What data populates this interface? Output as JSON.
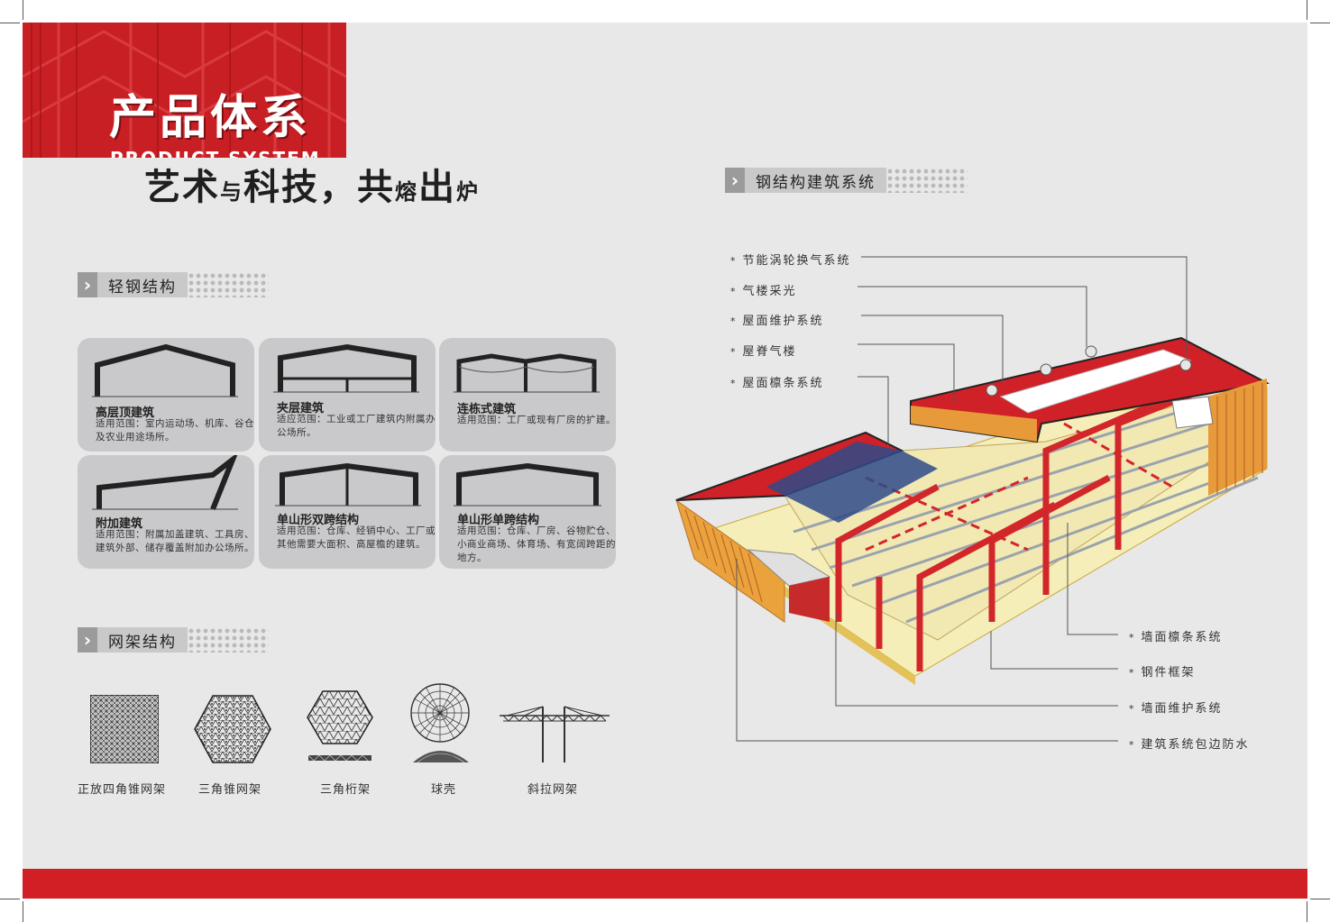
{
  "banner": {
    "title_cn": "产品体系",
    "title_en": "PRODUCT SYSTEM"
  },
  "slogan": {
    "part1": "艺术",
    "small1": "与",
    "part2": "科技，共",
    "small2": "熔",
    "part3": "出",
    "small3": "炉"
  },
  "sections": {
    "light_steel": "轻钢结构",
    "space_frame": "网架结构",
    "steel_building": "钢结构建筑系统"
  },
  "cards": [
    {
      "title": "高层顶建筑",
      "desc": "适用范围：室内运动场、机库、谷仓及农业用途场所。"
    },
    {
      "title": "夹层建筑",
      "desc": "适应范围：工业或工厂建筑内附属办公场所。"
    },
    {
      "title": "连栋式建筑",
      "desc": "适用范围：工厂或现有厂房的扩建。"
    },
    {
      "title": "附加建筑",
      "desc": "适用范围：附属加盖建筑、工具房、建筑外部、储存覆盖附加办公场所。"
    },
    {
      "title": "单山形双跨结构",
      "desc": "适用范围：仓库、经销中心、工厂或其他需要大面积、高屋檐的建筑。"
    },
    {
      "title": "单山形单跨结构",
      "desc": "适用范围：仓库、厂房、谷物贮仓、小商业商场、体育场、有宽阔跨距的地方。"
    }
  ],
  "trusses": [
    {
      "label": "正放四角锥网架",
      "icon": "square-grid-truss-icon"
    },
    {
      "label": "三角锥网架",
      "icon": "hexagon-truss-icon"
    },
    {
      "label": "三角桁架",
      "icon": "triangle-truss-icon"
    },
    {
      "label": "球壳",
      "icon": "dome-shell-icon"
    },
    {
      "label": "斜拉网架",
      "icon": "cable-stayed-truss-icon"
    }
  ],
  "callouts_top": [
    "节能涡轮换气系统",
    "气楼采光",
    "屋面维护系统",
    "屋脊气楼",
    "屋面檩条系统"
  ],
  "callouts_bottom": [
    "墙面檩条系统",
    "钢件框架",
    "墙面维护系统",
    "建筑系统包边防水"
  ],
  "colors": {
    "brand_red": "#c81f24",
    "bar_red": "#d11f25",
    "page_bg": "#e8e8e9",
    "card_bg": "#c9c9cb"
  }
}
